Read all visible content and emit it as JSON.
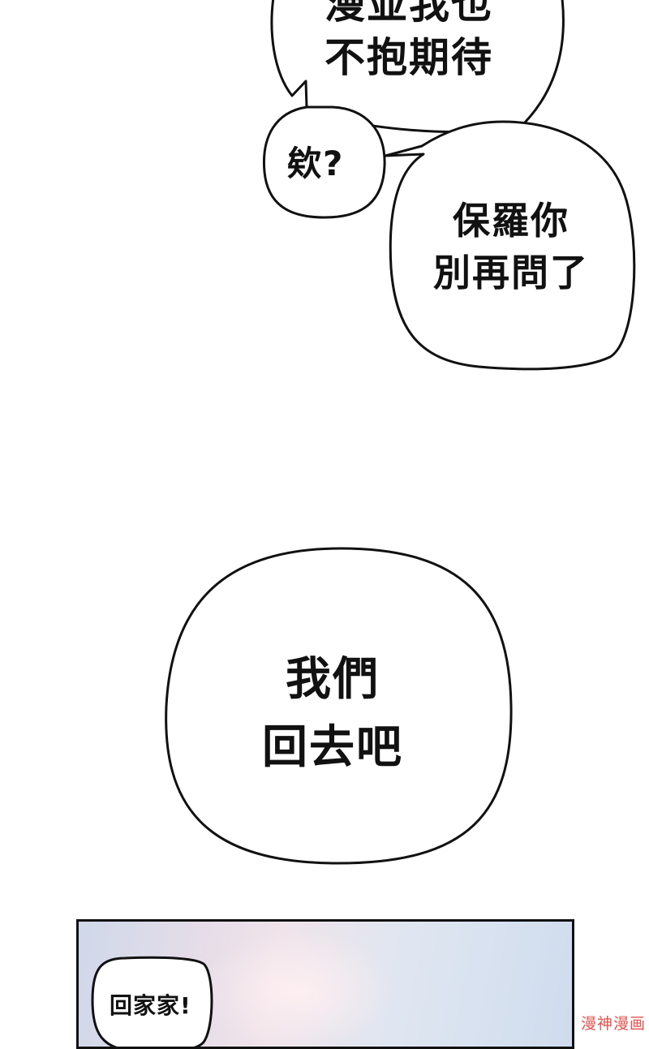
{
  "bubbles": {
    "top": {
      "lines": [
        "漫並我也",
        "不抱期待"
      ]
    },
    "small": {
      "text": "欸?"
    },
    "paul": {
      "lines": [
        "保羅你",
        "別再問了"
      ]
    },
    "big": {
      "lines": [
        "我們",
        "回去吧"
      ]
    },
    "panel": {
      "text": "回家家!"
    }
  },
  "watermark": {
    "text": "漫神漫画"
  },
  "colors": {
    "ink": "#111111",
    "paper": "#ffffff",
    "sky": "#cfdcee",
    "watermark": "#e2524f"
  }
}
